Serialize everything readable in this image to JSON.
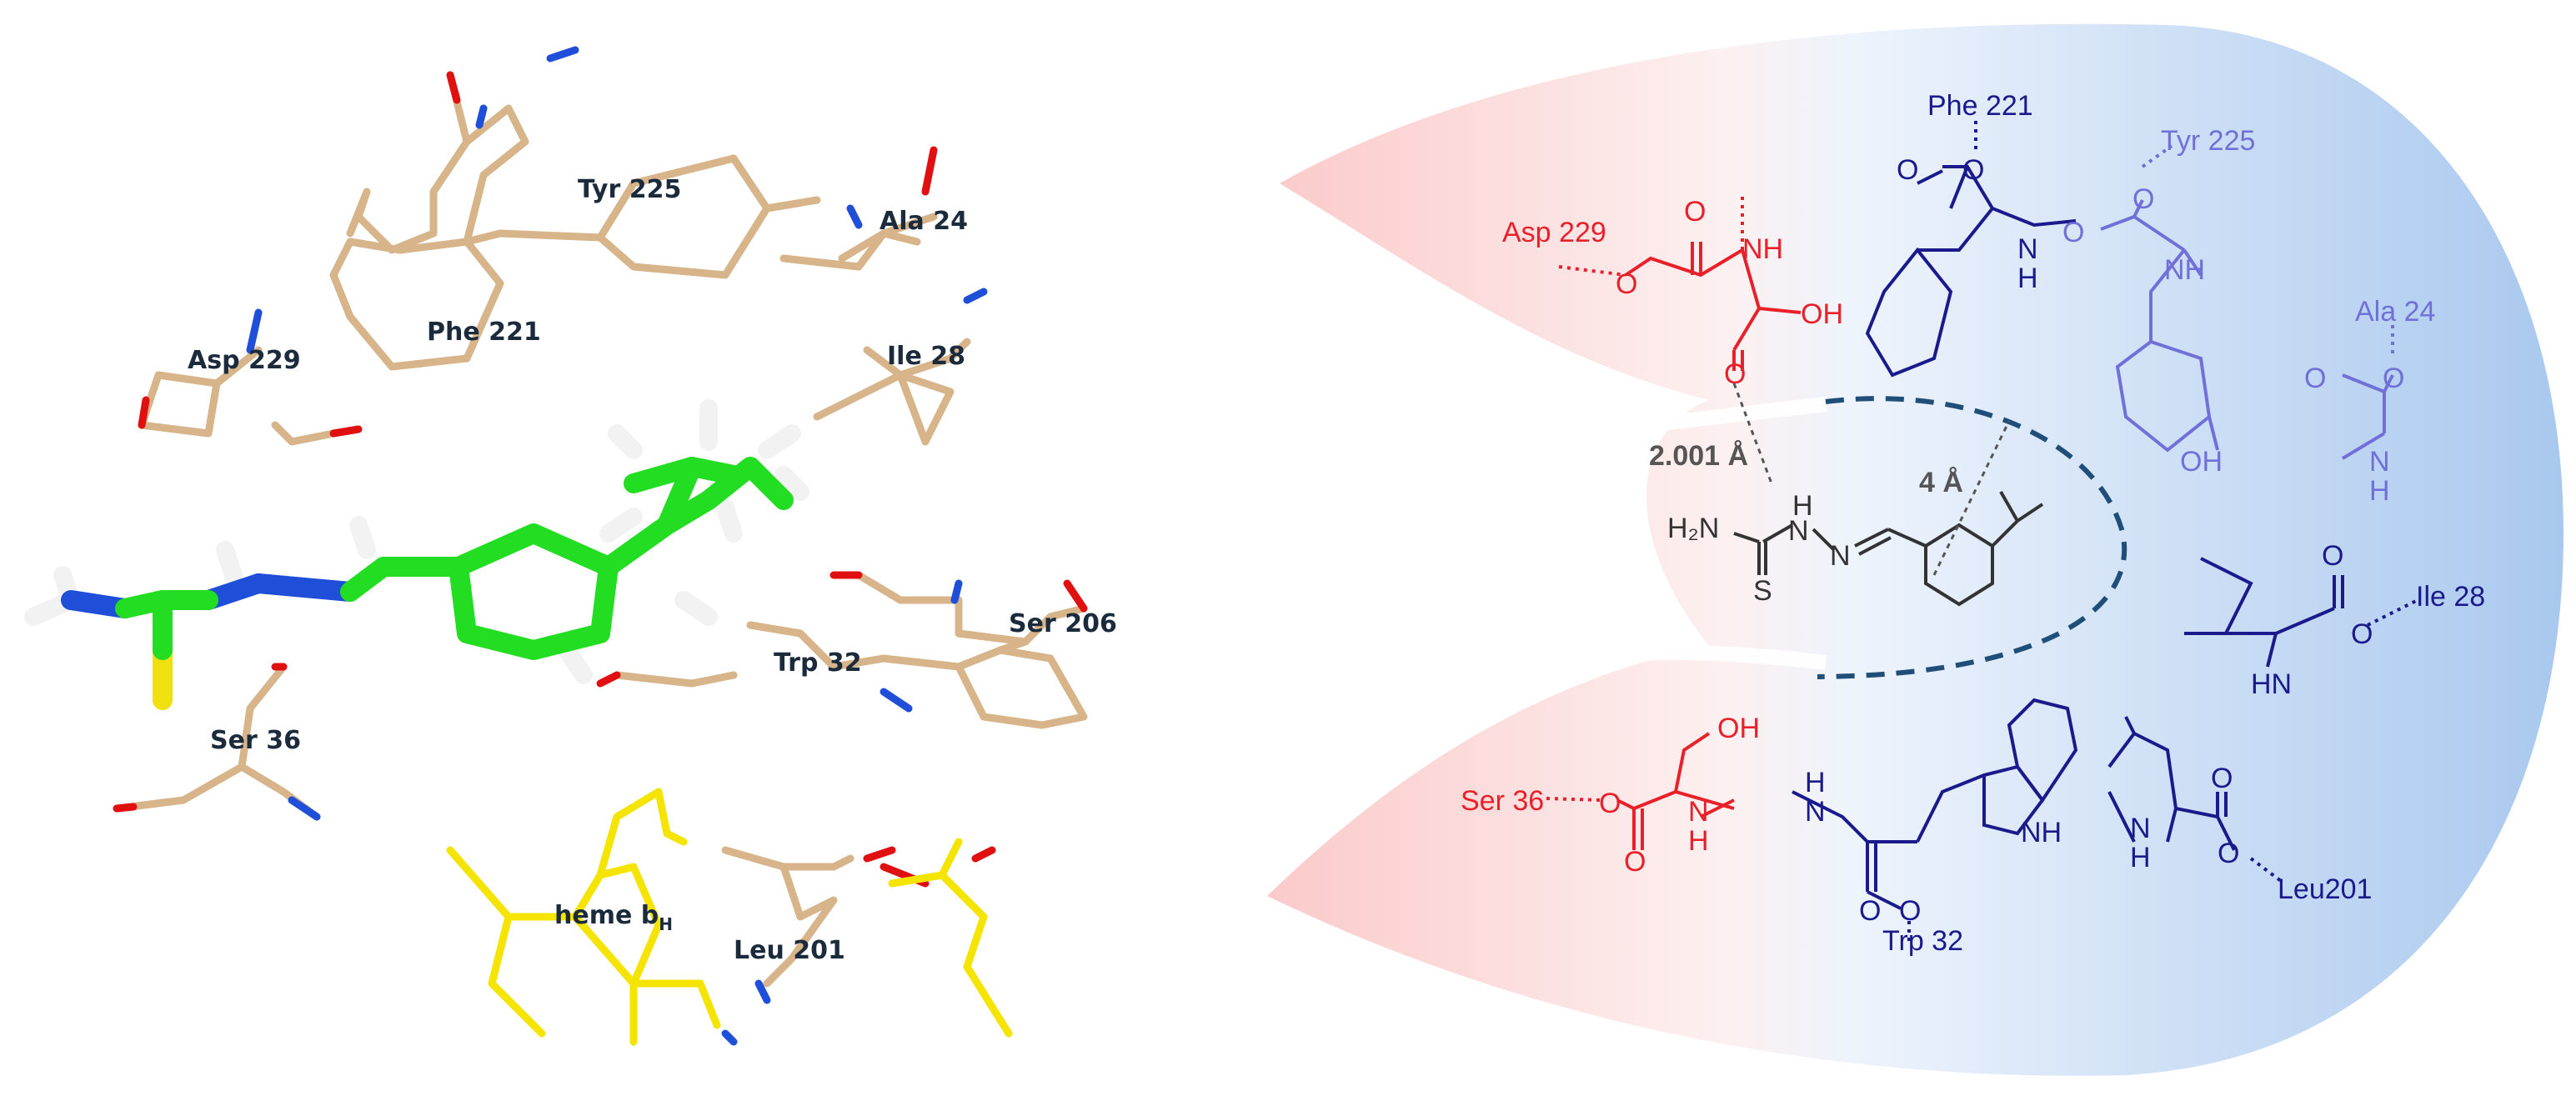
{
  "left_panel": {
    "residue_labels": [
      "Tyr 225",
      "Ala 24",
      "Asp 229",
      "Phe 221",
      "Ile 28",
      "Ser 206",
      "Trp 32",
      "Ser 36",
      "Leu 201"
    ],
    "heme_label": "heme b",
    "heme_subscript": "H"
  },
  "right_panel": {
    "residues": {
      "asp229": "Asp 229",
      "phe221": "Phe 221",
      "tyr225": "Tyr 225",
      "ala24": "Ala 24",
      "ile28": "Ile 28",
      "leu201": "Leu201",
      "trp32": "Trp 32",
      "ser36": "Ser 36"
    },
    "distances": {
      "hbond": "2.001 Å",
      "pi": "4 Å"
    },
    "atoms": {
      "O": "O",
      "OH": "OH",
      "NH": "NH",
      "N": "N",
      "H": "H",
      "HN": "HN",
      "S": "S",
      "H2N": "H₂N"
    },
    "colors": {
      "red": "#e8202a",
      "navy": "#1a1a8c",
      "lavender": "#7070d8",
      "ligand": "#333333",
      "pocket_dash": "#1f4e79",
      "carbon_green": "#22dd22",
      "nitrogen_blue": "#1f4fd8",
      "oxygen_red": "#e01010",
      "sulfur_yellow": "#f0e010",
      "tan": "#d8b48a",
      "heme_yellow": "#f5e400"
    }
  }
}
